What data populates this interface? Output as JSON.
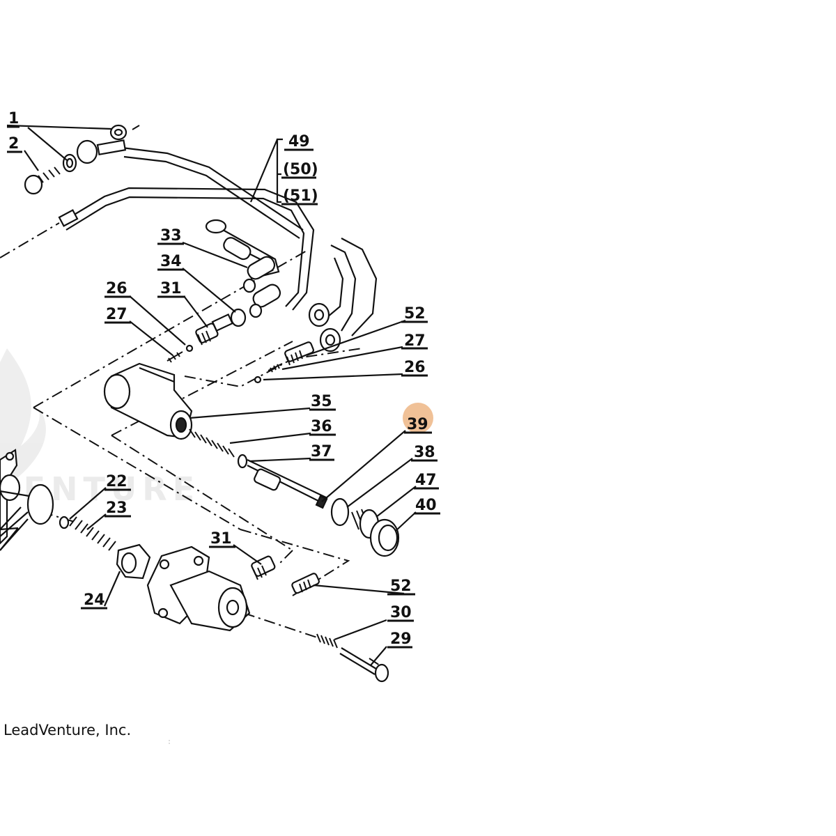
{
  "watermark": {
    "text": "VENTURE"
  },
  "callouts": [
    {
      "id": "c1",
      "label": "1"
    },
    {
      "id": "c2",
      "label": "2"
    },
    {
      "id": "c49",
      "label": "49"
    },
    {
      "id": "c50",
      "label": "(50)"
    },
    {
      "id": "c51",
      "label": "(51)"
    },
    {
      "id": "c33",
      "label": "33"
    },
    {
      "id": "c34",
      "label": "34"
    },
    {
      "id": "c26a",
      "label": "26"
    },
    {
      "id": "c31a",
      "label": "31"
    },
    {
      "id": "c27a",
      "label": "27"
    },
    {
      "id": "c52a",
      "label": "52"
    },
    {
      "id": "c27b",
      "label": "27"
    },
    {
      "id": "c26b",
      "label": "26"
    },
    {
      "id": "c35",
      "label": "35"
    },
    {
      "id": "c36",
      "label": "36"
    },
    {
      "id": "c39",
      "label": "39"
    },
    {
      "id": "c37",
      "label": "37"
    },
    {
      "id": "c38",
      "label": "38"
    },
    {
      "id": "c47",
      "label": "47"
    },
    {
      "id": "c40",
      "label": "40"
    },
    {
      "id": "c22",
      "label": "22"
    },
    {
      "id": "c23",
      "label": "23"
    },
    {
      "id": "c31b",
      "label": "31"
    },
    {
      "id": "c52b",
      "label": "52"
    },
    {
      "id": "c24",
      "label": "24"
    },
    {
      "id": "c30",
      "label": "30"
    },
    {
      "id": "c29",
      "label": "29"
    }
  ],
  "highlight": {
    "label": "39",
    "color": "#e8a060"
  },
  "copyright": "LeadVenture, Inc."
}
